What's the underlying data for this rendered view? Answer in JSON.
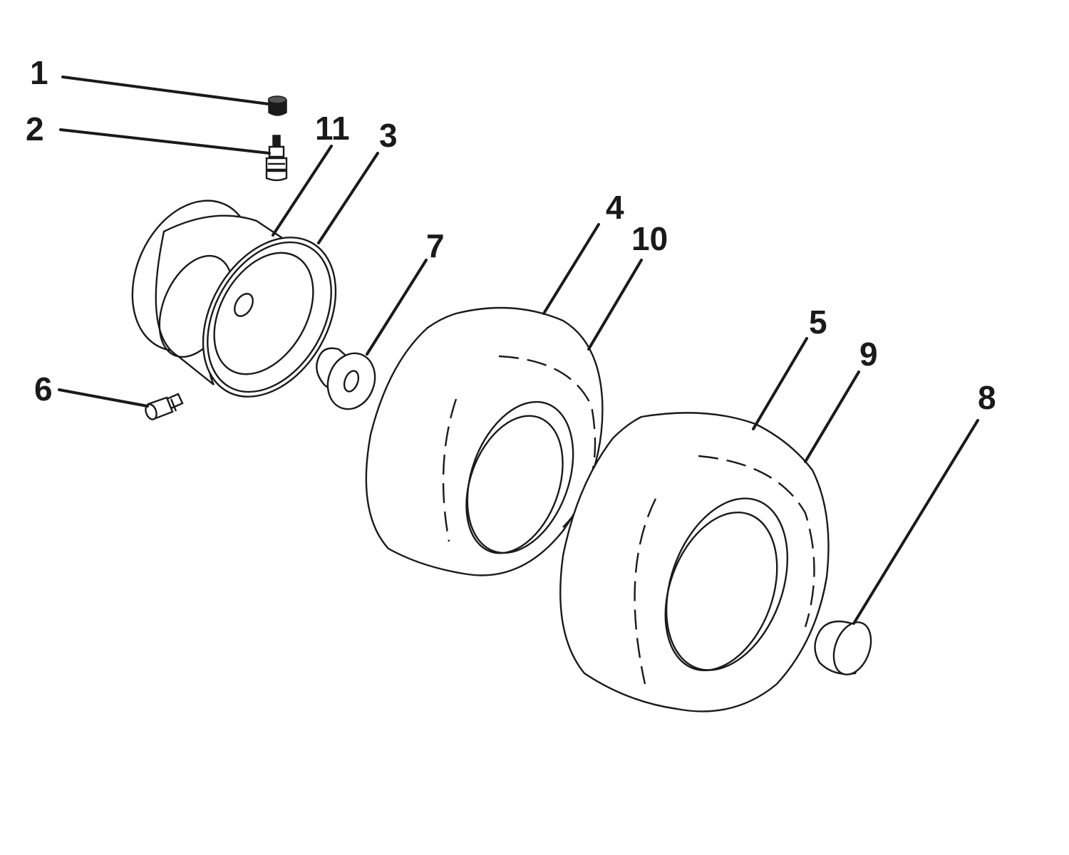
{
  "colors": {
    "ink": "#1a1a1a",
    "background": "#ffffff"
  },
  "callouts": [
    {
      "id": "1",
      "label": "1"
    },
    {
      "id": "2",
      "label": "2"
    },
    {
      "id": "11",
      "label": "11"
    },
    {
      "id": "3",
      "label": "3"
    },
    {
      "id": "4",
      "label": "4"
    },
    {
      "id": "10",
      "label": "10"
    },
    {
      "id": "7",
      "label": "7"
    },
    {
      "id": "5",
      "label": "5"
    },
    {
      "id": "9",
      "label": "9"
    },
    {
      "id": "8",
      "label": "8"
    },
    {
      "id": "6",
      "label": "6"
    }
  ]
}
